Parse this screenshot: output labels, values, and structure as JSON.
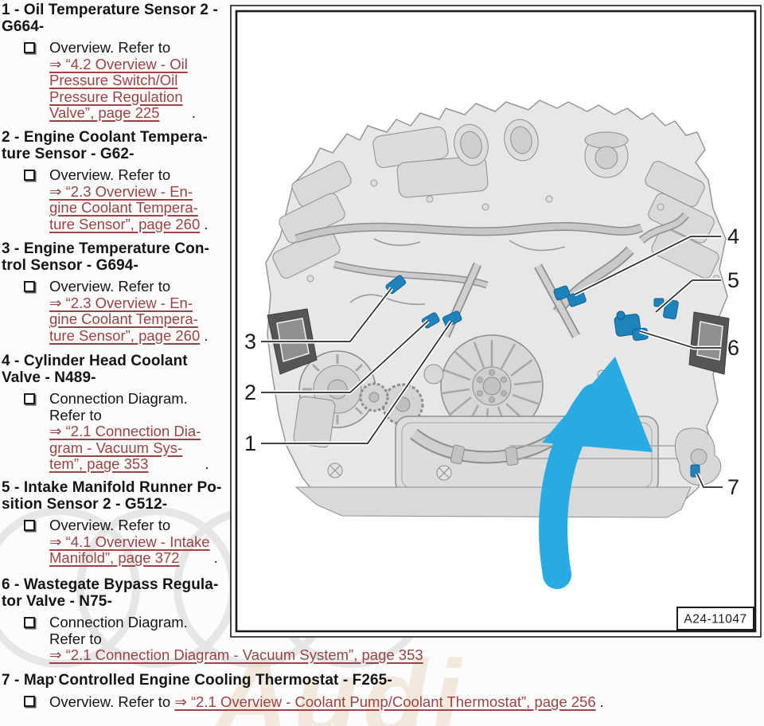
{
  "legend": {
    "items": [
      {
        "title_lines": [
          "1 - Oil Temperature Sensor 2 -",
          "G664-"
        ],
        "body_lines": [
          "Overview. Refer to"
        ],
        "link_lines": [
          "⇒ “4.2 Overview - Oil",
          "Pressure Switch/Oil",
          "Pressure Regulation",
          "Valve”, page 225"
        ],
        "suffix": "."
      },
      {
        "title_lines": [
          "2 - Engine Coolant Tempera-",
          "ture Sensor - G62-"
        ],
        "body_lines": [
          "Overview. Refer to"
        ],
        "link_lines": [
          "⇒ “2.3 Overview - En-",
          "gine Coolant Tempera-",
          "ture Sensor”, page 260"
        ],
        "suffix": "."
      },
      {
        "title_lines": [
          "3 - Engine Temperature Con-",
          "trol Sensor - G694-"
        ],
        "body_lines": [
          "Overview. Refer to"
        ],
        "link_lines": [
          "⇒ “2.3 Overview - En-",
          "gine Coolant Tempera-",
          "ture Sensor”, page 260"
        ],
        "suffix": "."
      },
      {
        "title_lines": [
          "4 - Cylinder Head Coolant",
          "Valve - N489-"
        ],
        "body_lines": [
          "Connection Diagram.",
          "Refer to"
        ],
        "link_lines": [
          "⇒ “2.1 Connection Dia-",
          "gram - Vacuum Sys-",
          "tem”, page 353"
        ],
        "suffix": "."
      },
      {
        "title_lines": [
          "5 - Intake Manifold Runner Po-",
          "sition Sensor 2 - G512-"
        ],
        "body_lines": [
          "Overview. Refer to"
        ],
        "link_lines": [
          "⇒ “4.1 Overview - Intake",
          "Manifold”, page 372"
        ],
        "suffix": "."
      },
      {
        "title_lines": [
          "6 - Wastegate Bypass Regula-",
          "tor Valve - N75-"
        ],
        "body_lines": [
          "Connection Diagram.",
          "Refer to"
        ],
        "link_lines": [
          "⇒ “2.1 Connection Diagram - Vacuum System”, page 353"
        ],
        "suffix": "."
      },
      {
        "title_lines": [
          "7 - Map Controlled Engine Cooling Thermostat - F265-"
        ],
        "body_lines": [
          "Overview. Refer to "
        ],
        "link_lines": [
          "⇒ “2.1 Overview - Coolant Pump/Coolant Thermostat”, page 256"
        ],
        "suffix": "."
      }
    ]
  },
  "figure": {
    "label": "A24-11047",
    "callouts": [
      {
        "n": "1"
      },
      {
        "n": "2"
      },
      {
        "n": "3"
      },
      {
        "n": "4"
      },
      {
        "n": "5"
      },
      {
        "n": "6"
      },
      {
        "n": "7"
      }
    ]
  },
  "watermark": {
    "brand": "Audi"
  },
  "colors": {
    "link": "#9a4343",
    "highlight_blue": "#1f83bb",
    "arrow_blue": "#29abe2"
  }
}
